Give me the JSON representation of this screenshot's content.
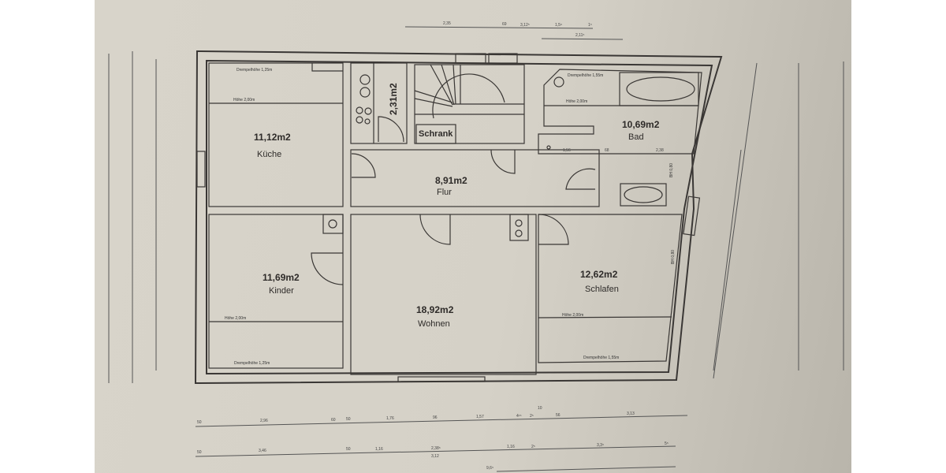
{
  "rooms": {
    "kueche": {
      "area": "11,12m2",
      "name": "Küche",
      "drempel": "Drempelhöhe 1,25m",
      "hoehe": "Höhe 2,00m"
    },
    "abstell": {
      "area": "2,31m2"
    },
    "schrank": {
      "name": "Schrank"
    },
    "flur": {
      "area": "8,91m2",
      "name": "Flur"
    },
    "bad": {
      "area": "10,69m2",
      "name": "Bad",
      "drempel": "Drempelhöhe 1,55m",
      "hoehe": "Höhe 2,00m",
      "dims": [
        "1,56",
        "68",
        "2,38"
      ],
      "bh": "BH 0,80"
    },
    "kinder": {
      "area": "11,69m2",
      "name": "Kinder",
      "hoehe": "Höhe 2,00m",
      "drempel": "Drempelhöhe 1,25m"
    },
    "wohnen": {
      "area": "18,92m2",
      "name": "Wohnen"
    },
    "schlafen": {
      "area": "12,62m2",
      "name": "Schlafen",
      "hoehe": "Höhe 2,00m",
      "drempel": "Drempelhöhe 1,55m",
      "bh": "BH 0,80"
    }
  },
  "dimensions": {
    "top": [
      "2,35",
      "69",
      "3,12⁵",
      "1,5⁶",
      "1⁵",
      "2,11⁵"
    ],
    "bottom_row1": [
      "50",
      "2,96",
      "60",
      "50",
      "1,76",
      "96",
      "1,57",
      "4¹⁵",
      "2⁵",
      "10",
      "56",
      "3,13"
    ],
    "bottom_row2": [
      "50",
      "3,46",
      "50",
      "1,16",
      "2,38⁵",
      "3,12",
      "1,16",
      "2⁵",
      "3,3⁵",
      "5⁵"
    ],
    "bottom_row3": [
      "9,6⁵"
    ]
  }
}
